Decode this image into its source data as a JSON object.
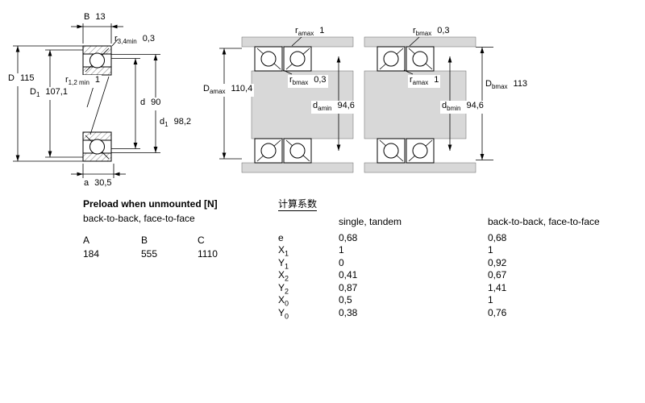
{
  "page": {
    "background": "#ffffff"
  },
  "colors": {
    "line": "#000000",
    "fill_gray": "#d8d8d8",
    "hatch": "#808080",
    "text": "#000000"
  },
  "bearing_drawing": {
    "B": {
      "pre": "B",
      "sub": "",
      "post": "13"
    },
    "r34": {
      "pre": "r",
      "sub": "3,4min",
      "post": "0,3"
    },
    "D": {
      "pre": "D",
      "sub": "",
      "post": "115"
    },
    "r12": {
      "pre": "r",
      "sub": "1,2 min",
      "post": "1"
    },
    "D1": {
      "pre": "D",
      "sub": "1",
      "post": "107,1"
    },
    "d": {
      "pre": "d",
      "sub": "",
      "post": "90"
    },
    "d1": {
      "pre": "d",
      "sub": "1",
      "post": "98,2"
    },
    "a": {
      "pre": "a",
      "sub": "",
      "post": "30,5"
    }
  },
  "arrangement1": {
    "r_top": {
      "pre": "r",
      "sub": "amax",
      "post": "1"
    },
    "Da": {
      "pre": "D",
      "sub": "amax",
      "post": "110,4"
    },
    "r_mid": {
      "pre": "r",
      "sub": "bmax",
      "post": "0,3"
    },
    "da": {
      "pre": "d",
      "sub": "amin",
      "post": "94,6"
    }
  },
  "arrangement2": {
    "r_top": {
      "pre": "r",
      "sub": "bmax",
      "post": "0,3"
    },
    "r_mid": {
      "pre": "r",
      "sub": "amax",
      "post": "1"
    },
    "Db": {
      "pre": "D",
      "sub": "bmax",
      "post": "113"
    },
    "db": {
      "pre": "d",
      "sub": "bmin",
      "post": "94,6"
    }
  },
  "preload": {
    "title": "Preload when unmounted [N]",
    "subtitle": "back-to-back, face-to-face",
    "headers": [
      "A",
      "B",
      "C"
    ],
    "values": [
      "184",
      "555",
      "1110"
    ]
  },
  "factors": {
    "title": "计算系数",
    "col1": "single, tandem",
    "col2": "back-to-back, face-to-face",
    "rows": [
      {
        "pre": "e",
        "sub": "",
        "v1": "0,68",
        "v2": "0,68"
      },
      {
        "pre": "X",
        "sub": "1",
        "v1": "1",
        "v2": "1"
      },
      {
        "pre": "Y",
        "sub": "1",
        "v1": "0",
        "v2": "0,92"
      },
      {
        "pre": "X",
        "sub": "2",
        "v1": "0,41",
        "v2": "0,67"
      },
      {
        "pre": "Y",
        "sub": "2",
        "v1": "0,87",
        "v2": "1,41"
      },
      {
        "pre": "X",
        "sub": "0",
        "v1": "0,5",
        "v2": "1"
      },
      {
        "pre": "Y",
        "sub": "0",
        "v1": "0,38",
        "v2": "0,76"
      }
    ]
  }
}
